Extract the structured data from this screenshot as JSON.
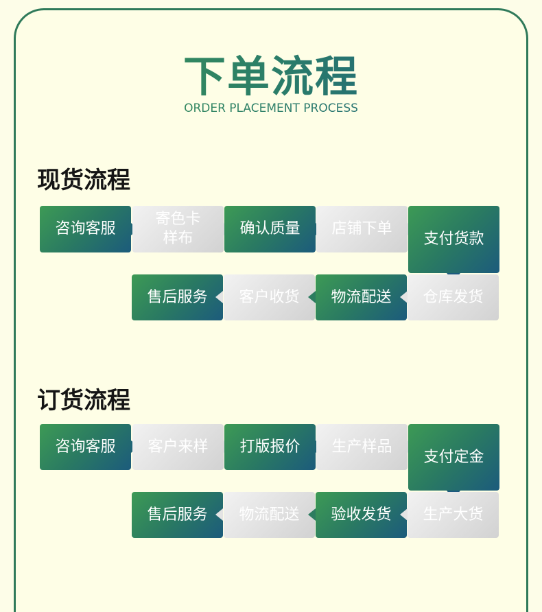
{
  "header": {
    "title": "下单流程",
    "subtitle": "ORDER PLACEMENT PROCESS"
  },
  "spot": {
    "title": "现货流程",
    "row1": [
      "咨询客服",
      "寄色卡\n样布",
      "确认质量",
      "店铺下单",
      "支付货款"
    ],
    "row2": [
      "售后服务",
      "客户收货",
      "物流配送",
      "仓库发货"
    ]
  },
  "order": {
    "title": "订货流程",
    "row1": [
      "咨询客服",
      "客户来样",
      "打版报价",
      "生产样品",
      "支付定金"
    ],
    "row2": [
      "售后服务",
      "物流配送",
      "验收发货",
      "生产大货"
    ]
  },
  "colors": {
    "green_start": "#3d9a55",
    "blue_end": "#1c5b7c",
    "grey_step": "#d9d9d9",
    "background": "#fefee6"
  }
}
